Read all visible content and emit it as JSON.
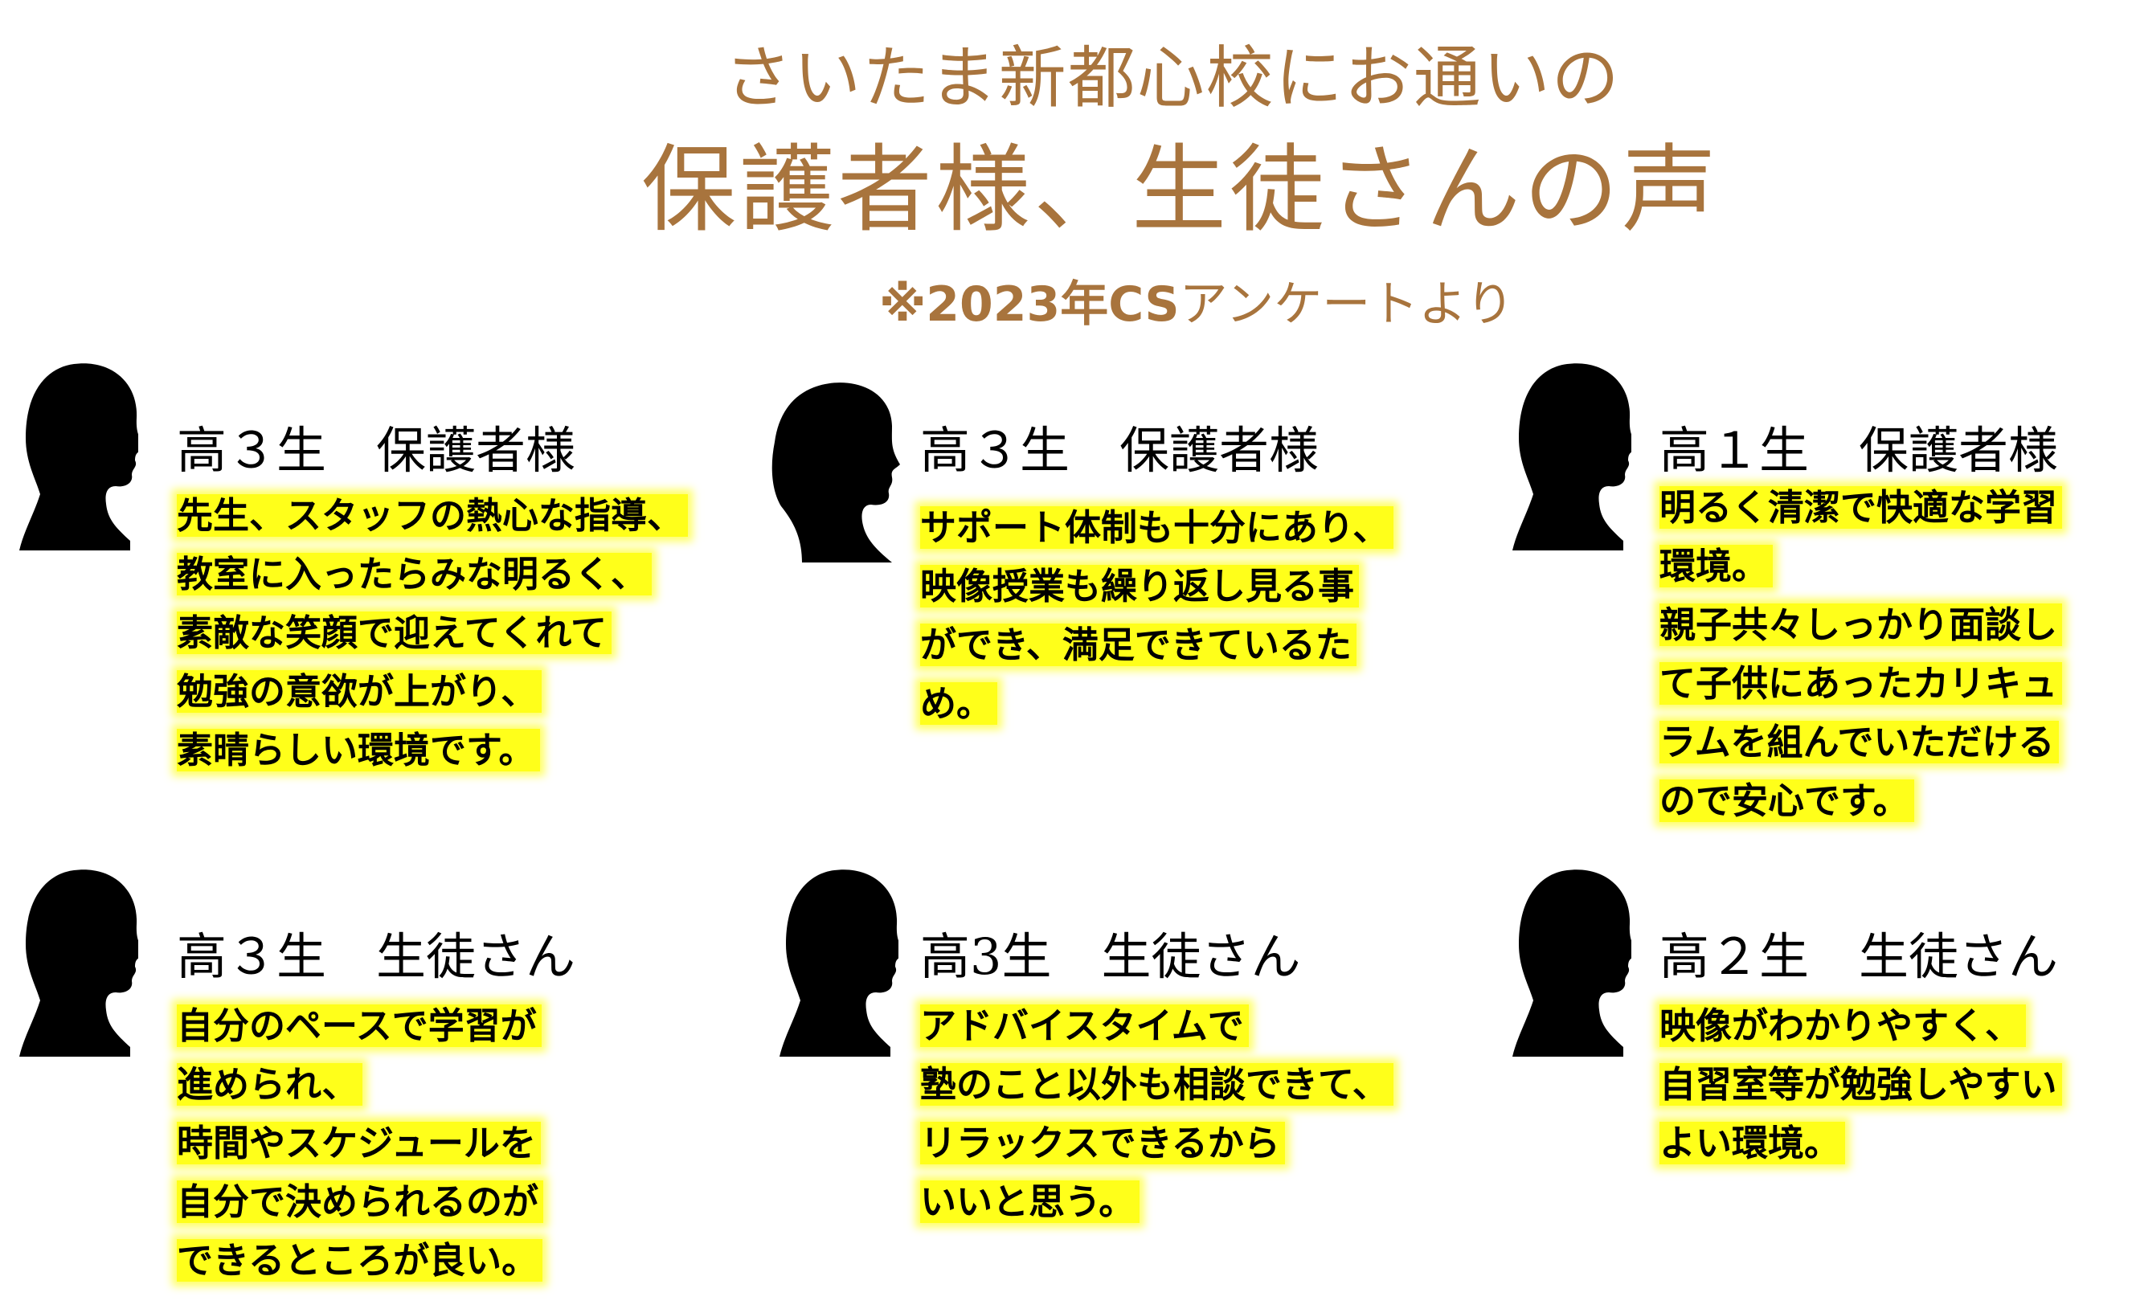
{
  "header": {
    "line1": "さいたま新都心校にお通いの",
    "line2": "保護者様、生徒さんの声",
    "note_prefix": "※2023年CS",
    "note_suffix": "アンケートより"
  },
  "testimonials": [
    {
      "label": "高３生　保護者様",
      "lines": [
        "先生、スタッフの熱心な指導、",
        "教室に入ったらみな明るく、",
        "素敵な笑顔で迎えてくれて",
        "勉強の意欲が上がり、",
        "素晴らしい環境です。"
      ]
    },
    {
      "label": "高３生　保護者様",
      "lines": [
        "サポート体制も十分にあり、",
        "映像授業も繰り返し見る事",
        "ができ、満足できているた",
        "め。"
      ]
    },
    {
      "label": "高１生　保護者様",
      "lines": [
        "明るく清潔で快適な学習",
        "環境。",
        "親子共々しっかり面談し",
        "て子供にあったカリキュ",
        "ラムを組んでいただける",
        "ので安心です。"
      ]
    },
    {
      "label": "高３生　生徒さん",
      "lines": [
        "自分のペースで学習が",
        "進められ、",
        "時間やスケジュールを",
        "自分で決められるのが",
        "できるところが良い。"
      ]
    },
    {
      "label": "高3生　生徒さん",
      "lines": [
        "アドバイスタイムで",
        "塾のこと以外も相談できて、",
        "リラックスできるから",
        "いいと思う。"
      ]
    },
    {
      "label": "高２生　生徒さん",
      "lines": [
        "映像がわかりやすく、",
        "自習室等が勉強しやすい",
        "よい環境。"
      ]
    }
  ],
  "colors": {
    "heading": "#a8743d",
    "highlight": "#ffff1a",
    "silhouette": "#000000"
  },
  "icons": [
    "female-silhouette-icon",
    "male-silhouette-icon"
  ]
}
